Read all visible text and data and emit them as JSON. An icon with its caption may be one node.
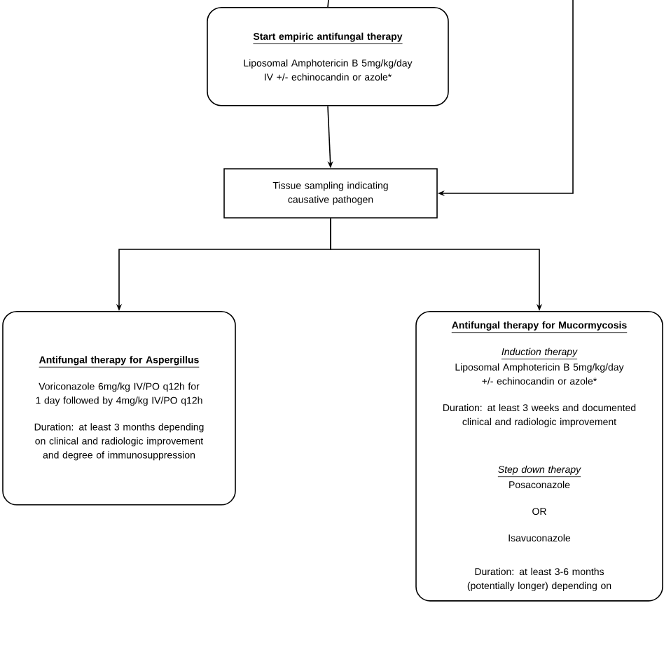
{
  "diagram": {
    "nodes": [
      {
        "text": [
          "Start empiric antifungal therapy",
          "Liposomal Amphotericin B 5mg/kg/day IV +/- echinocandin or azole*"
        ]
      },
      {
        "text": [
          "Tissue sampling indicating causative pathogen"
        ]
      },
      {
        "text": [
          "Antifungal therapy for Aspergillus",
          "Voriconazole 6mg/kg IV/PO q12h for 1 day followed by 4mg/kg IV/PO q12h",
          "Duration: at least 3 months depending on clinical and radiologic improvement and degree of immunosuppression"
        ]
      },
      {
        "text": [
          "Antifungal therapy for Mucormycosis",
          "Induction therapy",
          "Liposomal Amphotericin B 5mg/kg/day +/- echinocandin or azole*",
          "Duration: at least 3 weeks and documented clinical and radiologic improvement",
          "Step down therapy",
          "Posaconazole",
          "OR",
          "Isavuconazole",
          "Duration: at least 3-6 months (potentially longer) depending on"
        ]
      }
    ],
    "edges": [
      {
        "from": null,
        "to": 0,
        "arrow": "none"
      },
      {
        "from": 0,
        "to": 1,
        "arrow": "to"
      },
      {
        "from": null,
        "to": 1,
        "arrow": "to"
      },
      {
        "from": 1,
        "to": 2,
        "arrow": "to"
      },
      {
        "from": 1,
        "to": 3,
        "arrow": "to"
      }
    ]
  }
}
